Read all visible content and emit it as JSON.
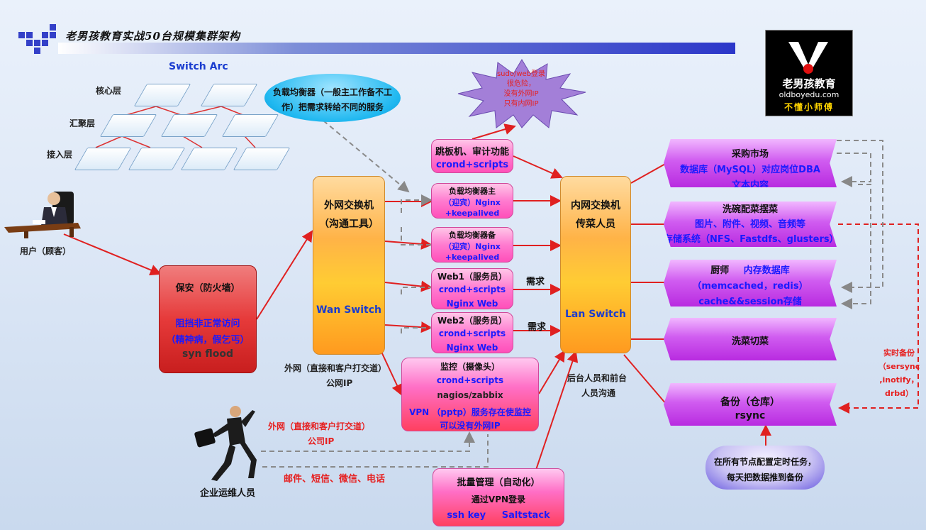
{
  "header": {
    "title": "老男孩教育实战50台规模集群架构"
  },
  "logo": {
    "brand_cn": "老男孩教育",
    "brand_en": "oldboyedu.com",
    "slogan": "不懂小师傅"
  },
  "switch_arc": {
    "title": "Switch Arc",
    "core": "核心层",
    "aggregation": "汇聚层",
    "access": "接入层"
  },
  "user": {
    "label": "用户（顾客）"
  },
  "firewall": {
    "title": "保安（防火墙）",
    "line1": "阻挡非正常访问",
    "line2": "（精神病，假乞丐）",
    "line3": "syn flood"
  },
  "wan": {
    "title1": "外网交换机",
    "title2": "（沟通工具）",
    "name": "Wan Switch",
    "note1": "外网（直接和客户打交道）",
    "note2": "公网IP"
  },
  "lb_bubble": {
    "text1": "负载均衡器（一般主工作备不工",
    "text2": "作）把需求转给不同的服务"
  },
  "star": {
    "l1": "sudo/web登录",
    "l2": "很危险，",
    "l3": "没有外网IP",
    "l4": "只有内网IP"
  },
  "jump": {
    "title": "跳板机、审计功能",
    "sub": "crond+scripts"
  },
  "lb_master": {
    "title": "负载均衡器主",
    "l2": "（迎宾）Nginx",
    "l3": "+keepalived"
  },
  "lb_backup": {
    "title": "负载均衡器备",
    "l2": "（迎宾）Nginx",
    "l3": "+keepalived"
  },
  "web1": {
    "title": "Web1（服务员）",
    "l2": "crond+scripts",
    "l3": "Nginx  Web",
    "demand": "需求"
  },
  "web2": {
    "title": "Web2（服务员）",
    "l2": "crond+scripts",
    "l3": "Nginx  Web",
    "demand": "需求"
  },
  "monitor": {
    "l1": "监控（摄像头）",
    "l2": "crond+scripts",
    "l3": "nagios/zabbix",
    "l4": "VPN （pptp）服务存在使监控",
    "l5": "可以没有外网IP"
  },
  "lan": {
    "title1": "内网交换机",
    "title2": "传菜人员",
    "name": "Lan Switch",
    "note1": "后台人员和前台",
    "note2": "人员沟通"
  },
  "db": {
    "l1": "采购市场",
    "l2": "数据库（MySQL）对应岗位DBA",
    "l3": "文本内容"
  },
  "storage": {
    "l1": "洗碗配菜摆菜",
    "l2": "图片、附件、视频、音频等",
    "l3": "存储系统（NFS、Fastdfs、glusters）"
  },
  "cache": {
    "l1a": "厨师",
    "l1b": "内存数据库",
    "l2": "（memcached，redis）",
    "l3": "cache&&session存储"
  },
  "wash": {
    "l1": "洗菜切菜"
  },
  "backup": {
    "l1": "备份（仓库）",
    "l2": "rsync"
  },
  "realtime": {
    "l1": "实时备份",
    "l2": "（sersync",
    "l3": ",inotify，",
    "l4": "drbd）"
  },
  "cron": {
    "l1": "在所有节点配置定时任务，",
    "l2": "每天把数据推到备份"
  },
  "ops": {
    "label": "企业运维人员",
    "n1": "外网（直接和客户打交道）",
    "n2": "公司IP",
    "n3": "邮件、短信、微信、电话"
  },
  "batch": {
    "l1": "批量管理（自动化）",
    "l2": "通过VPN登录",
    "l3": "ssh key     Saltstack"
  }
}
